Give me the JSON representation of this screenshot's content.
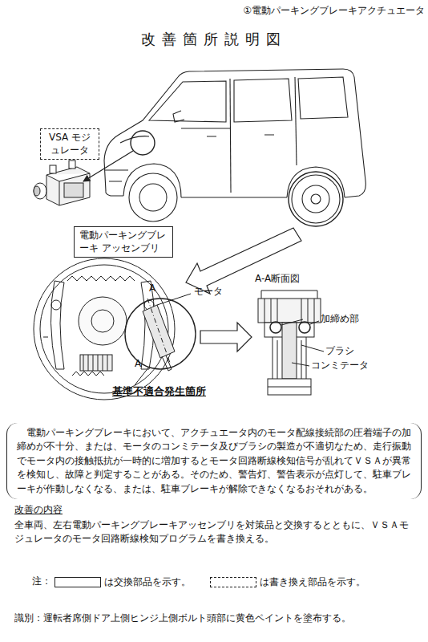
{
  "diagram": {
    "title": "改善箇所説明図",
    "nodes": [
      {
        "text": [
          "VSA モジュレータ"
        ]
      },
      {
        "text": [
          "電動パーキングブレーキ アッセンブリ"
        ]
      },
      {
        "text": [
          "電動パーキングブレーキにおいて、アクチュエータ内のモータ配線接続部の圧着端子の加締めが不十分、または、モータのコンミテータ及びブラシの製造が不適切なため、走行振動でモータ内の接触抵抗が一時的に増加するとモータ回路断線検知信号が乱れてＶＳＡが異常を検知し、故障と判定することがある。そのため、警告灯、警告表示が点灯して、駐車ブレーキが作動しなくなる、または、駐車ブレーキが解除できなくなるおそれがある。"
        ]
      }
    ],
    "labels": [
      "①電動パーキングブレーキアクチュエータ",
      "A",
      "A",
      "モータ",
      "基準不適合発生箇所",
      "A-A断面図",
      "加締め部",
      "ブラシ",
      "コンミテータ",
      "改善の内容",
      "全車両、左右電動パーキングブレーキアッセンブリを対策品と交換するとともに、ＶＳＡモジュレータのモータ回路断線検知プログラムを書き換える。",
      "注：",
      "識別：運転者席側ドア上側ヒンジ上側ボルト頭部に黄色ペイントを塗布する。"
    ],
    "legend": [
      {
        "text": "は交換部品を示す。"
      },
      {
        "text": "は書き換え部品を示す。"
      }
    ]
  }
}
